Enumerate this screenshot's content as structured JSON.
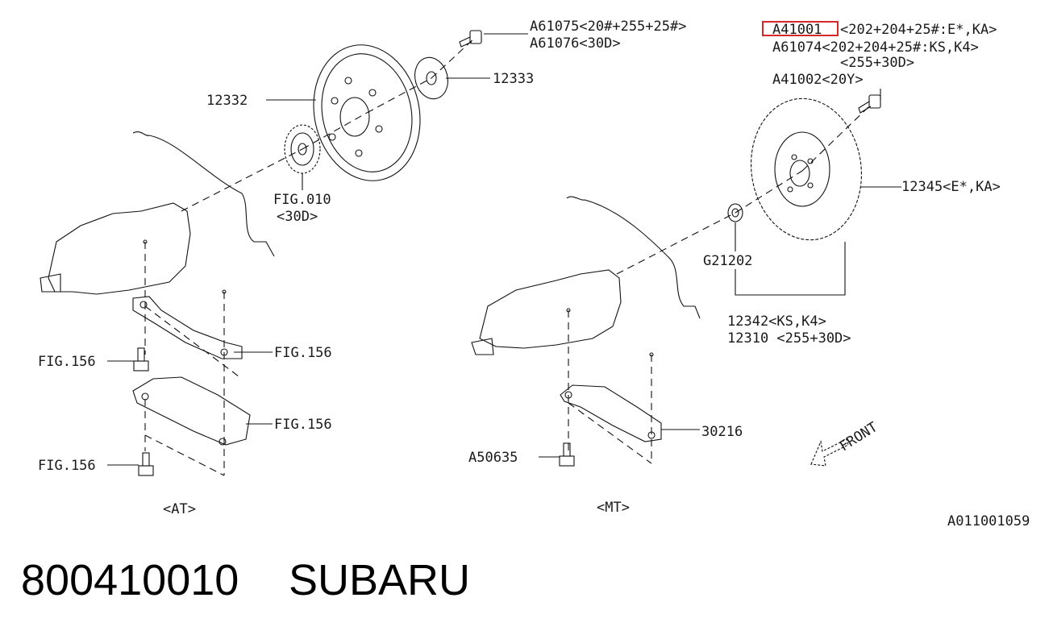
{
  "labels": {
    "a61075": "A61075<20#+255+25#>",
    "a61076": "A61076<30D>",
    "p12333": "12333",
    "p12332": "12332",
    "fig010": "FIG.010",
    "fig010_sub": "<30D>",
    "a41001": "A41001",
    "a41001_tail": "<202+204+25#:E*,KA>",
    "a61074": "A61074<202+204+25#:KS,K4>",
    "a61074_sub": "<255+30D>",
    "a41002": "A41002<20Y>",
    "p12345": "12345<E*,KA>",
    "g21202": "G21202",
    "p12342": "12342<KS,K4>",
    "p12310": "12310 <255+30D>",
    "fig156_a": "FIG.156",
    "fig156_b": "FIG.156",
    "fig156_c": "FIG.156",
    "fig156_d": "FIG.156",
    "p30216": "30216",
    "a50635": "A50635",
    "at": "<AT>",
    "mt": "<MT>",
    "front": "FRONT",
    "diagram_id": "A011001059"
  },
  "caption": {
    "part_number": "800410010",
    "brand": "SUBARU"
  },
  "highlight_color": "#d62828"
}
